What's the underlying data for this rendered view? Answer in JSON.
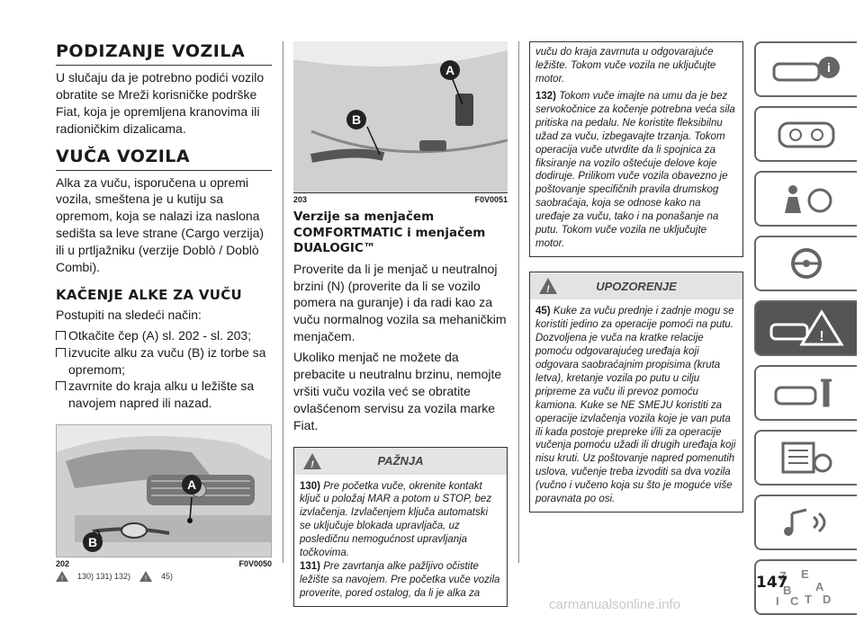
{
  "col1": {
    "h_lift": "PODIZANJE VOZILA",
    "p_lift": "U slučaju da je potrebno podići vozilo obratite se Mreži korisničke podrške Fiat, koja je opremljena kranovima ili radioničkim dizalicama.",
    "h_tow": "VUČA VOZILA",
    "p_tow": "Alka za vuču, isporučena u opremi vozila, smeštena je u kutiju sa opremom, koja se nalazi iza naslona sedišta sa leve strane (Cargo verzija) ili u prtljažniku (verzije Doblò / Doblò Combi).",
    "h_hook": "KAČENJE ALKE ZA VUČU",
    "p_hook": "Postupiti na sledeći način:",
    "bullets": [
      "Otkačite čep (A) sl. 202 - sl. 203;",
      "izvucite alku za vuču (B) iz torbe sa opremom;",
      "zavrnite do kraja alku u ležište sa navojem napred ili nazad."
    ],
    "fig_num": "202",
    "fig_code": "F0V0050",
    "fig_label_a": "A",
    "fig_label_b": "B",
    "notes_a": "130) 131) 132)",
    "notes_b": "45)"
  },
  "col2": {
    "fig_num": "203",
    "fig_code": "F0V0051",
    "fig_label_a": "A",
    "fig_label_b": "B",
    "h_gear": "Verzije sa menjačem COMFORTMATIC i menjačem DUALOGIC™",
    "p1": "Proverite da li je menjač u neutralnoj brzini (N) (proverite da li se vozilo pomera na guranje) i da radi kao za vuču normalnog vozila sa mehaničkim menjačem.",
    "p2": "Ukoliko menjač ne možete da prebacite u neutralnu brzinu, nemojte vršiti vuču vozila već se obratite ovlašćenom servisu za vozila marke Fiat.",
    "box_title": "PAŽNJA",
    "n130": "130)",
    "t130": "Pre početka vuče, okrenite kontakt ključ u položaj MAR a potom u STOP, bez izvlačenja. Izvlačenjem ključa automatski se uključuje blokada upravljača, uz posledičnu nemogućnost upravljanja točkovima.",
    "n131": "131)",
    "t131": "Pre zavrtanja alke pažljivo očistite ležište sa navojem. Pre početka vuče vozila proverite, pored ostalog, da li je alka za"
  },
  "col3": {
    "cont": "vuču do kraja zavrnuta u odgovarajuće ležište. Tokom vuče vozila ne uključujte motor.",
    "n132": "132)",
    "t132": "Tokom vuče imajte na umu da je bez servokočnice za kočenje potrebna veća sila pritiska na pedalu. Ne koristite fleksibilnu užad za vuču, izbegavajte trzanja. Tokom operacija vuče utvrdite da li spojnica za fiksiranje na vozilo oštećuje delove koje dodiruje. Prilikom vuče vozila obavezno je poštovanje specifičnih pravila drumskog saobraćaja, koja se odnose kako na uređaje za vuču, tako i na ponašanje na putu. Tokom vuče vozila ne uključujte motor.",
    "box_title": "UPOZORENJE",
    "n45": "45)",
    "t45": "Kuke za vuču prednje i zadnje mogu se koristiti jedino za operacije pomoći na putu. Dozvoljena je vuča na kratke relacije pomoću odgovarajućeg uređaja koji odgovara saobraćajnim propisima (kruta letva), kretanje vozila po putu u cilju pripreme za vuču ili prevoz pomoću kamiona. Kuke se NE SMEJU koristiti za operacije izvlačenja vozila koje je van puta ili kada postoje prepreke i/ili za operacije vučenja pomoću užadi ili drugih uređaja koji nisu kruti. Uz poštovanje napred pomenutih uslova, vučenje treba izvoditi sa dva vozila (vučno i vučeno koja su što je moguće više poravnata po osi."
  },
  "page_number": "147",
  "watermark": "carmanualsonline.info",
  "tab_letters": [
    "Z",
    "E",
    "B",
    "A",
    "C",
    "T",
    "D",
    "I"
  ],
  "tabs": [
    "car-info-icon",
    "dashboard-icon",
    "safety-icon",
    "start-drive-icon",
    "warning-triangle-icon",
    "maintenance-icon",
    "tech-data-icon",
    "multimedia-icon",
    "index-icon"
  ],
  "colors": {
    "tab_border": "#666",
    "active_tab": "#555",
    "box_header": "#e3e3e3"
  }
}
